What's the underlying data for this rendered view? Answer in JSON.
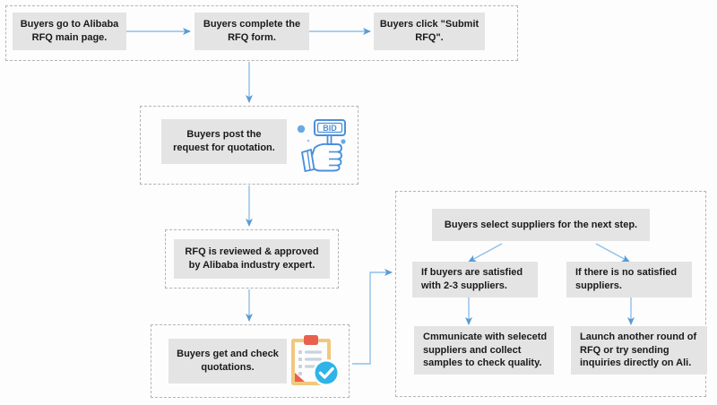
{
  "diagram": {
    "title": "Alibaba RFQ Process Flowchart",
    "colors": {
      "background": "#fdfdfd",
      "node_fill": "#e4e4e4",
      "node_text": "#1a1a1a",
      "panel_border": "#b4b4b4",
      "arrow": "#5b9bd5",
      "icon_blue": "#4a90d9",
      "icon_light_blue": "#2fb3e8",
      "icon_orange": "#e8614d",
      "icon_tan": "#f0c47b"
    },
    "groups": [
      {
        "id": "group-submit-rfq",
        "label": "submit-rfq-group"
      },
      {
        "id": "group-post-request",
        "label": "post-request-group"
      },
      {
        "id": "group-review",
        "label": "review-group"
      },
      {
        "id": "group-quotations",
        "label": "quotations-group"
      },
      {
        "id": "group-supplier-selection",
        "label": "supplier-selection-group"
      }
    ],
    "nodes": [
      {
        "id": "n1",
        "name": "node-visit-rfq-page",
        "text": "Buyers go to Alibaba\nRFQ main page."
      },
      {
        "id": "n2",
        "name": "node-complete-rfq-form",
        "text": "Buyers complete the\nRFQ form."
      },
      {
        "id": "n3",
        "name": "node-submit-rfq",
        "text": "Buyers click \"Submit\nRFQ\"."
      },
      {
        "id": "n4",
        "name": "node-post-quotation-request",
        "text": "Buyers post  the\nrequest for quotation."
      },
      {
        "id": "n5",
        "name": "node-rfq-reviewed",
        "text": "RFQ is reviewed & approved\nby Alibaba industry expert."
      },
      {
        "id": "n6",
        "name": "node-get-check-quotations",
        "text": "Buyers get and check\nquotations."
      },
      {
        "id": "n7",
        "name": "node-select-suppliers",
        "text": "Buyers select suppliers for the next step."
      },
      {
        "id": "n8",
        "name": "node-satisfied-branch",
        "text": "If buyers are satisfied\nwith 2-3 suppliers."
      },
      {
        "id": "n9",
        "name": "node-not-satisfied-branch",
        "text": "If there is no satisfied\nsuppliers."
      },
      {
        "id": "n10",
        "name": "node-communicate-samples",
        "text": "Cmmunicate with selecetd\nsuppliers and collect\nsamples to check quality."
      },
      {
        "id": "n11",
        "name": "node-relaunch-rfq",
        "text": "Launch another round of\nRFQ or try sending\ninquiries directly on Ali."
      }
    ],
    "icons": [
      {
        "id": "bid-paddle-icon",
        "label": "BID",
        "name": "bid-paddle-icon"
      },
      {
        "id": "clipboard-check-icon",
        "label": "",
        "name": "clipboard-check-icon"
      }
    ]
  }
}
